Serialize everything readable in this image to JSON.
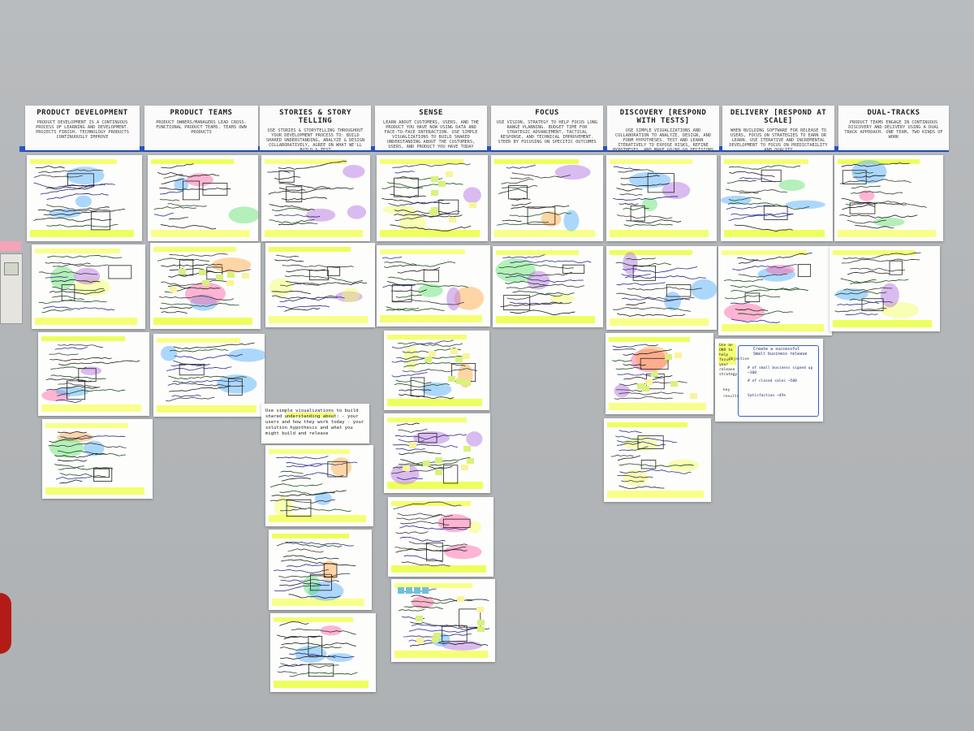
{
  "headers": [
    {
      "title": "PRODUCT DEVELOPMENT",
      "sub": "PRODUCT DEVELOPMENT IS A CONTINUOUS PROCESS OF LEARNING AND DEVELOPMENT. PROJECTS FINISH. TECHNOLOGY PRODUCTS CONTINUOUSLY IMPROVE"
    },
    {
      "title": "PRODUCT TEAMS",
      "sub": "PRODUCT OWNERS/MANAGERS LEAD CROSS-FUNCTIONAL PRODUCT TEAMS. TEAMS OWN PRODUCTS"
    },
    {
      "title": "STORIES & STORY TELLING",
      "sub": "USE STORIES & STORYTELLING THROUGHOUT YOUR DEVELOPMENT PROCESS TO: BUILD SHARED UNDERSTANDING, ANALYZE & DESIGN COLLABORATIVELY, AGREE ON WHAT WE'LL BUILD & TEST"
    },
    {
      "title": "SENSE",
      "sub": "LEARN ABOUT CUSTOMERS, USERS, AND THE PRODUCT YOU HAVE NOW USING DATA AND FACE-TO-FACE INTERACTION. USE SIMPLE VISUALIZATIONS TO BUILD SHARED UNDERSTANDING ABOUT THE CUSTOMERS, USERS, AND PRODUCT YOU HAVE TODAY"
    },
    {
      "title": "FOCUS",
      "sub": "USE VISION, STRATEGY TO HELP FOCUS LONG RANGE PLANNING. BUDGET TIME FOR STRATEGIC ADVANCEMENT, TACTICAL RESPONSE, AND TECHNICAL IMPROVEMENT. STEER BY FOCUSING ON SPECIFIC OUTCOMES"
    },
    {
      "title": "DISCOVERY [RESPOND WITH TESTS]",
      "sub": "USE SIMPLE VISUALIZATIONS AND COLLABORATION TO ANALYZE, DESIGN, AND FORM HYPOTHESES. TEST AND LEARN ITERATIVELY TO EXPOSE RISKS, REFINE HYPOTHESES, AND MAKE GO/NO-GO DECISIONS"
    },
    {
      "title": "DELIVERY [RESPOND AT SCALE]",
      "sub": "WHEN BUILDING SOFTWARE FOR RELEASE TO USERS, FOCUS ON STRATEGIES TO EARN OR LEARN. USE ITERATIVE AND INCREMENTAL DEVELOPMENT TO FOCUS ON PREDICTABILITY AND QUALITY"
    },
    {
      "title": "DUAL-TRACKS",
      "sub": "PRODUCT TEAMS ENGAGE IN CONTINUOUS DISCOVERY AND DELIVERY USING A DUAL TRACK APPROACH. ONE TEAM, TWO KINDS OF WORK"
    }
  ],
  "notes": {
    "visualize_card": "Use simple visualizations to build shared understanding about: - your users and how they work today - your solution hypothesis and what you might build and release",
    "okr_card_title": "Create a successful Small business release",
    "okr_card_left": "Use an OKR to help focus your release strategy",
    "okr_card_line1": "# of small business signed up ~100",
    "okr_card_line2": "# of closed sales ~500",
    "okr_card_line3": "Satisfaction ~45%",
    "okr_card_objective": "Objective",
    "okr_card_krs": "key results"
  },
  "colors": {
    "wall": "#b5b8ba",
    "tape": "#2a55c5",
    "highlighter_yellow": "#f2ff5a",
    "highlighter_green": "#59e06a",
    "highlighter_pink": "#ff5aa0",
    "highlighter_blue": "#4aa8ff",
    "sticky": "#f6e98a",
    "alarm_red": "#b31b17"
  }
}
